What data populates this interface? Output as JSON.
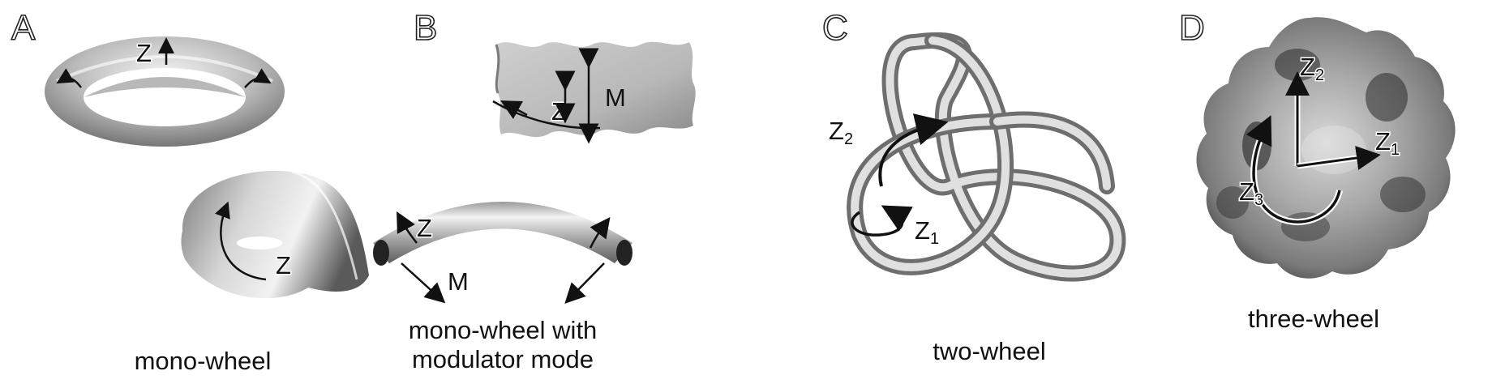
{
  "panels": [
    {
      "letter": "A",
      "caption": "mono-wheel",
      "labels": {
        "torus_z": "Z",
        "mobius_z": "Z"
      }
    },
    {
      "letter": "B",
      "caption_line1": "mono-wheel with",
      "caption_line2": "modulator mode",
      "labels": {
        "sheet_z": "Z",
        "sheet_m": "M",
        "tube_z": "Z",
        "tube_m": "M"
      }
    },
    {
      "letter": "C",
      "caption": "two-wheel",
      "labels": {
        "z2": "Z",
        "z2_sub": "2",
        "z1": "Z",
        "z1_sub": "1"
      }
    },
    {
      "letter": "D",
      "caption": "three-wheel",
      "labels": {
        "z2": "Z",
        "z2_sub": "2",
        "z1": "Z",
        "z1_sub": "1",
        "z3": "Z",
        "z3_sub": "3"
      }
    }
  ]
}
